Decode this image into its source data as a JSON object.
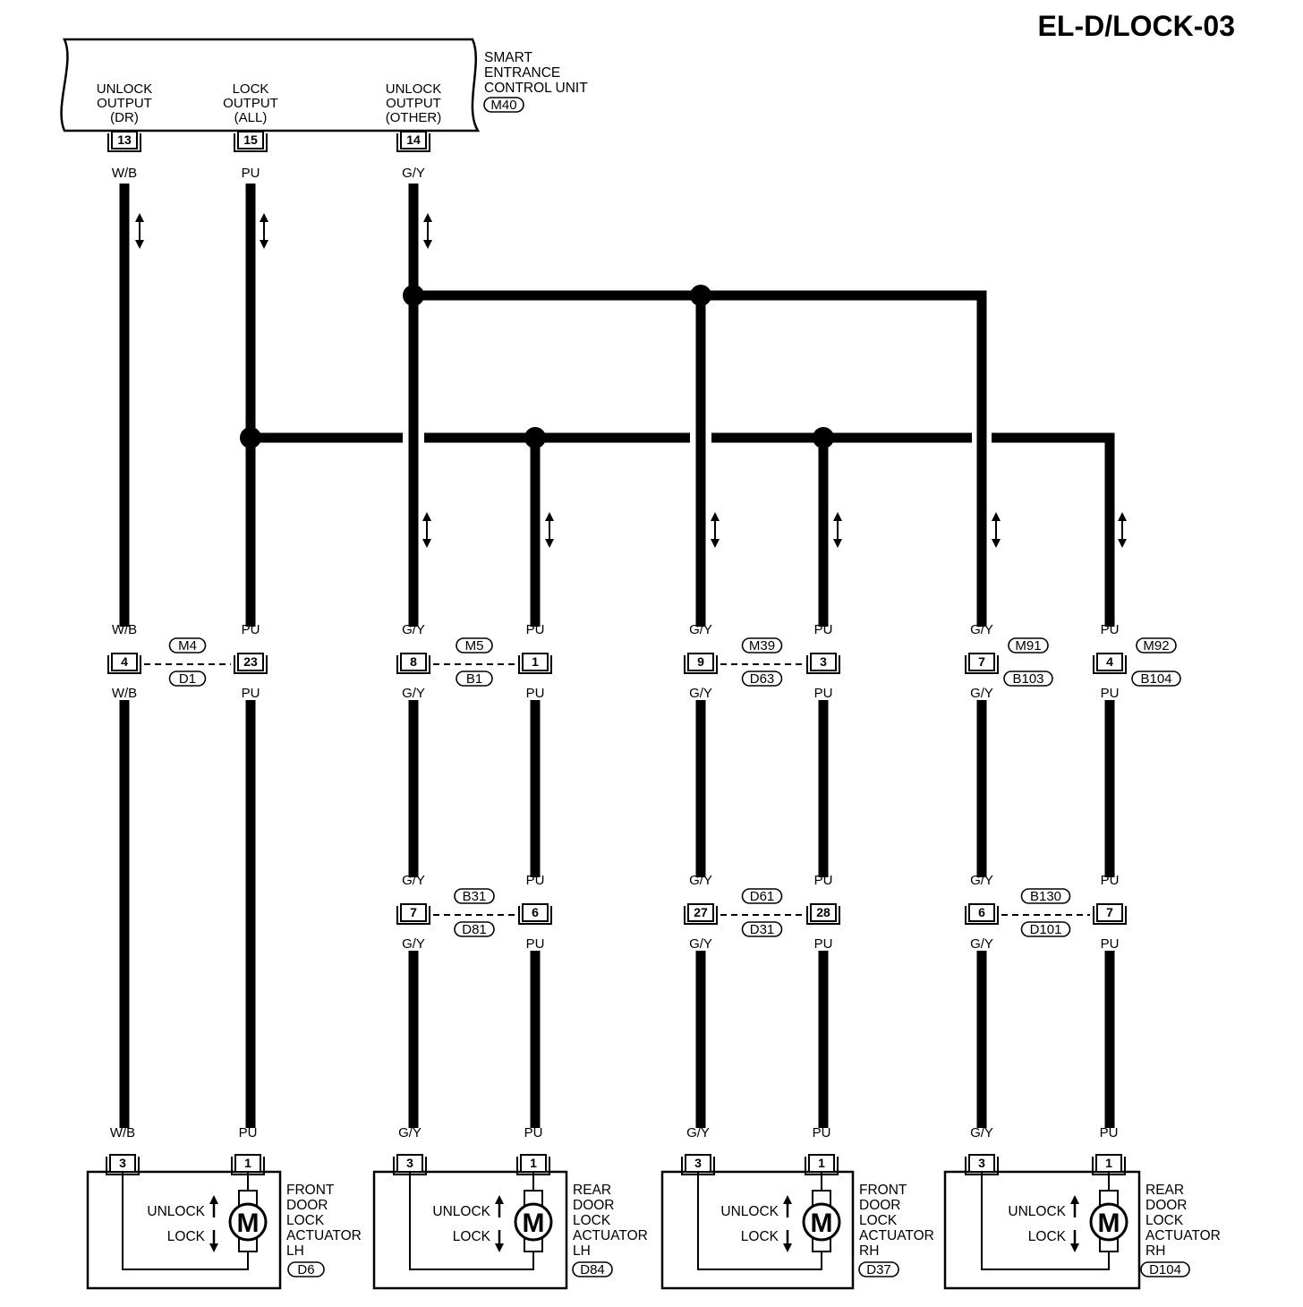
{
  "page": {
    "title": "EL-D/LOCK-03"
  },
  "control_unit": {
    "name_lines": [
      "SMART",
      "ENTRANCE",
      "CONTROL UNIT"
    ],
    "connector": "M40",
    "terminals": [
      {
        "pin": "13",
        "label_lines": [
          "UNLOCK",
          "OUTPUT",
          "(DR)"
        ],
        "wire": "W/B"
      },
      {
        "pin": "15",
        "label_lines": [
          "LOCK",
          "OUTPUT",
          "(ALL)"
        ],
        "wire": "PU"
      },
      {
        "pin": "14",
        "label_lines": [
          "UNLOCK",
          "OUTPUT",
          "(OTHER)"
        ],
        "wire": "G/Y"
      }
    ]
  },
  "joint_connectors": [
    {
      "upper": "M4",
      "lower": "D1",
      "pins": [
        "4",
        "23"
      ],
      "wires": [
        "W/B",
        "PU"
      ]
    },
    {
      "upper": "M5",
      "lower": "B1",
      "pins": [
        "8",
        "1"
      ],
      "wires": [
        "G/Y",
        "PU"
      ]
    },
    {
      "upper": "M39",
      "lower": "D63",
      "pins": [
        "9",
        "3"
      ],
      "wires": [
        "G/Y",
        "PU"
      ]
    },
    {
      "upper": "M91",
      "lower": "B103",
      "pins": [
        "7"
      ],
      "wires": [
        "G/Y"
      ]
    },
    {
      "upper": "M92",
      "lower": "B104",
      "pins": [
        "4"
      ],
      "wires": [
        "PU"
      ]
    },
    {
      "upper": "B31",
      "lower": "D81",
      "pins": [
        "7",
        "6"
      ],
      "wires": [
        "G/Y",
        "PU"
      ]
    },
    {
      "upper": "D61",
      "lower": "D31",
      "pins": [
        "27",
        "28"
      ],
      "wires": [
        "G/Y",
        "PU"
      ]
    },
    {
      "upper": "B130",
      "lower": "D101",
      "pins": [
        "6",
        "7"
      ],
      "wires": [
        "G/Y",
        "PU"
      ]
    }
  ],
  "actuators": [
    {
      "name_lines": [
        "FRONT",
        "DOOR",
        "LOCK",
        "ACTUATOR",
        "LH"
      ],
      "connector": "D6",
      "pins": [
        "3",
        "1"
      ],
      "wires": [
        "W/B",
        "PU"
      ],
      "unlock": "UNLOCK",
      "lock": "LOCK",
      "motor": "M"
    },
    {
      "name_lines": [
        "REAR",
        "DOOR",
        "LOCK",
        "ACTUATOR",
        "LH"
      ],
      "connector": "D84",
      "pins": [
        "3",
        "1"
      ],
      "wires": [
        "G/Y",
        "PU"
      ],
      "unlock": "UNLOCK",
      "lock": "LOCK",
      "motor": "M"
    },
    {
      "name_lines": [
        "FRONT",
        "DOOR",
        "LOCK",
        "ACTUATOR",
        "RH"
      ],
      "connector": "D37",
      "pins": [
        "3",
        "1"
      ],
      "wires": [
        "G/Y",
        "PU"
      ],
      "unlock": "UNLOCK",
      "lock": "LOCK",
      "motor": "M"
    },
    {
      "name_lines": [
        "REAR",
        "DOOR",
        "LOCK",
        "ACTUATOR",
        "RH"
      ],
      "connector": "D104",
      "pins": [
        "3",
        "1"
      ],
      "wires": [
        "G/Y",
        "PU"
      ],
      "unlock": "UNLOCK",
      "lock": "LOCK",
      "motor": "M"
    }
  ],
  "colors": {
    "line": "#000000",
    "background": "#ffffff"
  }
}
